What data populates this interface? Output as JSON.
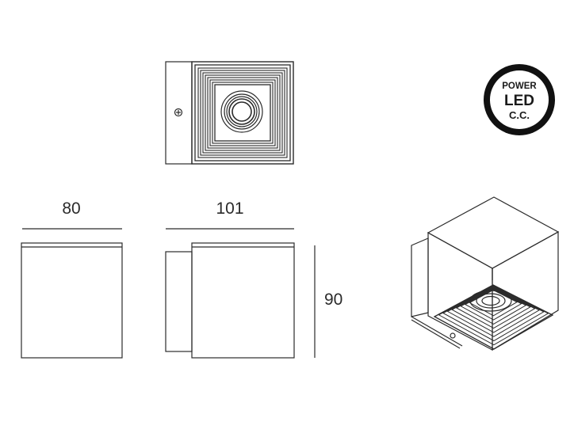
{
  "dimensions": {
    "width": "80",
    "depth": "101",
    "height": "90"
  },
  "badge": {
    "line1": "POWER",
    "line2": "LED",
    "line3": "C.C."
  },
  "colors": {
    "line": "#2b2b2b",
    "badge_ring": "#111111",
    "background": "#ffffff"
  }
}
